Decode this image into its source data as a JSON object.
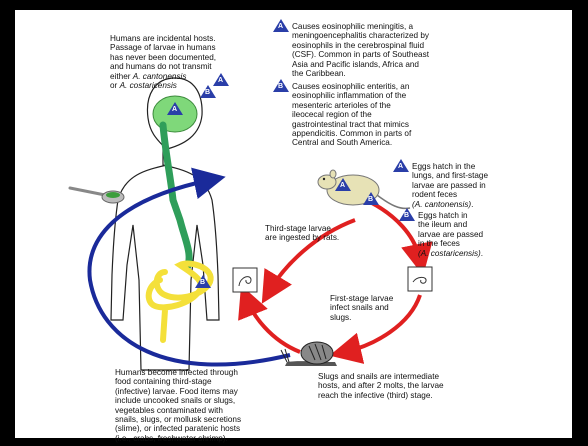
{
  "colors": {
    "background": "#000000",
    "panel": "#ffffff",
    "human_cycle_arrow": "#1a2a9a",
    "rat_cycle_arrow": "#e02020",
    "brain": "#7fd87a",
    "gut": "#2f9e5a",
    "intestine": "#f4e03a",
    "rat": "#e7e2b6",
    "icon_fill": "#2a3ea8"
  },
  "icons": {
    "marker_a": "triangle-A",
    "marker_b": "triangle-B",
    "spoon": "spoon-with-food",
    "rat": "rat",
    "snail": "snail",
    "larva_left": "larva-stage-3",
    "larva_right": "larva-stage-1"
  },
  "text": {
    "humans_incidental": {
      "line1": "Humans are incidental hosts.",
      "line2": "Passage of larvae in humans",
      "line3": "has never been documented,",
      "line4": "and humans do not transmit",
      "line5_pre": "either ",
      "line5_species": "A. cantonensis",
      "line6_species": "or ",
      "line6_species2": "A. costaricensis",
      "marker_a_label": "A",
      "marker_b_label": "B"
    },
    "note_a": {
      "marker": "A",
      "lines": [
        "Causes eosinophilic meningitis, a",
        "meningoencephalitis characterized by",
        "eosinophils in the cerebrospinal fluid",
        "(CSF).  Common in parts of Southeast",
        "Asia and Pacific islands, Africa and",
        "the Caribbean."
      ]
    },
    "note_b": {
      "marker": "B",
      "lines": [
        "Causes eosinophilic enteritis, an",
        "eosinophilic inflammation of the",
        "mesenteric arterioles of the",
        "ileocecal region of the",
        "gastrointestinal tract that mimics",
        "appendicitis.  Common in parts of",
        "Central and South America."
      ]
    },
    "eggs_lungs": {
      "marker": "A",
      "lines": [
        "Eggs hatch in the",
        "lungs, and first-stage",
        "larvae are passed in",
        "rodent feces"
      ],
      "species": "(A. cantonensis)",
      "suffix": "."
    },
    "eggs_ileum": {
      "marker": "B",
      "lines": [
        "Eggs hatch in",
        "the ileum and",
        "larvae are passed",
        "in the feces"
      ],
      "species": "(A. costaricensis)",
      "suffix": "."
    },
    "third_stage": {
      "lines": [
        "Third-stage larvae",
        "are ingested by rats."
      ]
    },
    "first_stage": {
      "lines": [
        "First-stage larvae",
        "infect snails and",
        "slugs."
      ]
    },
    "slugs": {
      "lines": [
        "Slugs and snails are intermediate",
        "hosts, and after 2 molts, the larvae",
        "reach the infective (third) stage."
      ]
    },
    "humans_infected": {
      "lines": [
        "Humans become infected through",
        "food containing third-stage",
        "(infective) larvae.  Food items may",
        "include uncooked snails or slugs,",
        "vegetables contaminated with",
        "snails, slugs, or mollusk secretions",
        "(slime), or infected paratenic hosts",
        "(i.e., crabs, freshwater shrimp)."
      ]
    },
    "brain_marker": "A",
    "gut_marker": "B",
    "rat_marker_a": "A",
    "rat_marker_b": "B"
  }
}
